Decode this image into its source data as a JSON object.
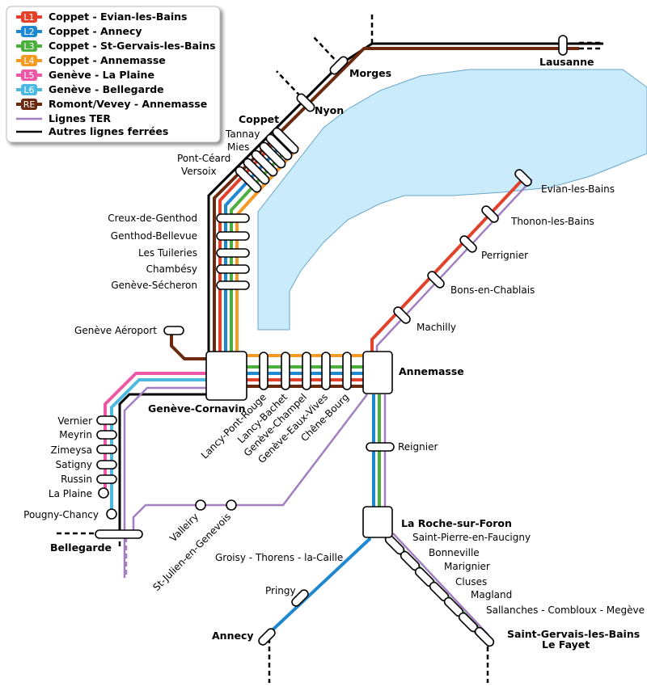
{
  "legend": {
    "items": [
      {
        "badge": "L1",
        "label": "Coppet - Evian-les-Bains",
        "color": "#e2412c"
      },
      {
        "badge": "L2",
        "label": "Coppet - Annecy",
        "color": "#1e88d0"
      },
      {
        "badge": "L3",
        "label": "Coppet - St-Gervais-les-Bains",
        "color": "#4caf3e"
      },
      {
        "badge": "L4",
        "label": "Coppet - Annemasse",
        "color": "#f59a23"
      },
      {
        "badge": "L5",
        "label": "Genève - La Plaine",
        "color": "#ec58a6"
      },
      {
        "badge": "L6",
        "label": "Genève - Bellegarde",
        "color": "#4db8e0"
      },
      {
        "badge": "RE",
        "label": "Romont/Vevey - Annemasse",
        "color": "#6b2a10"
      },
      {
        "badge": "",
        "label": "Lignes TER",
        "color": "#a27fc0"
      },
      {
        "badge": "",
        "label": "Autres lignes ferrées",
        "color": "#000000"
      }
    ]
  },
  "colors": {
    "lake": "#c9ebfb",
    "lake_border": "#6aa6c8"
  },
  "stations": {
    "lausanne": "Lausanne",
    "morges": "Morges",
    "nyon": "Nyon",
    "coppet": "Coppet",
    "tannay": "Tannay",
    "mies": "Mies",
    "pont_ceard": "Pont-Céard",
    "versoix": "Versoix",
    "creux": "Creux-de-Genthod",
    "genthod": "Genthod-Bellevue",
    "tuileries": "Les Tuileries",
    "chambesy": "Chambésy",
    "secheron": "Genève-Sécheron",
    "aeroport": "Genève Aéroport",
    "cornavin": "Genève-Cornavin",
    "lancy_pont_rouge": "Lancy-Pont-Rouge",
    "lancy_bachet": "Lancy-Bachet",
    "champel": "Genève-Champel",
    "eaux_vives": "Genève-Eaux-Vives",
    "chene_bourg": "Chêne-Bourg",
    "annemasse": "Annemasse",
    "evian": "Evian-les-Bains",
    "thonon": "Thonon-les-Bains",
    "perrignier": "Perrignier",
    "bons": "Bons-en-Chablais",
    "machilly": "Machilly",
    "reignier": "Reignier",
    "roche": "La Roche-sur-Foron",
    "st_pierre": "Saint-Pierre-en-Faucigny",
    "bonneville": "Bonneville",
    "marignier": "Marignier",
    "cluses": "Cluses",
    "magland": "Magland",
    "sallanches": "Sallanches - Combloux - Megève",
    "st_gervais_1": "Saint-Gervais-les-Bains",
    "st_gervais_2": "Le Fayet",
    "annecy": "Annecy",
    "pringy": "Pringy",
    "groisy": "Groisy - Thorens - la-Caille",
    "st_julien": "St-Julien-en-Genevois",
    "valleiry": "Valleiry",
    "vernier": "Vernier",
    "meyrin": "Meyrin",
    "zimeysa": "Zimeysa",
    "satigny": "Satigny",
    "russin": "Russin",
    "la_plaine": "La Plaine",
    "pougny": "Pougny-Chancy",
    "bellegarde": "Bellegarde"
  }
}
